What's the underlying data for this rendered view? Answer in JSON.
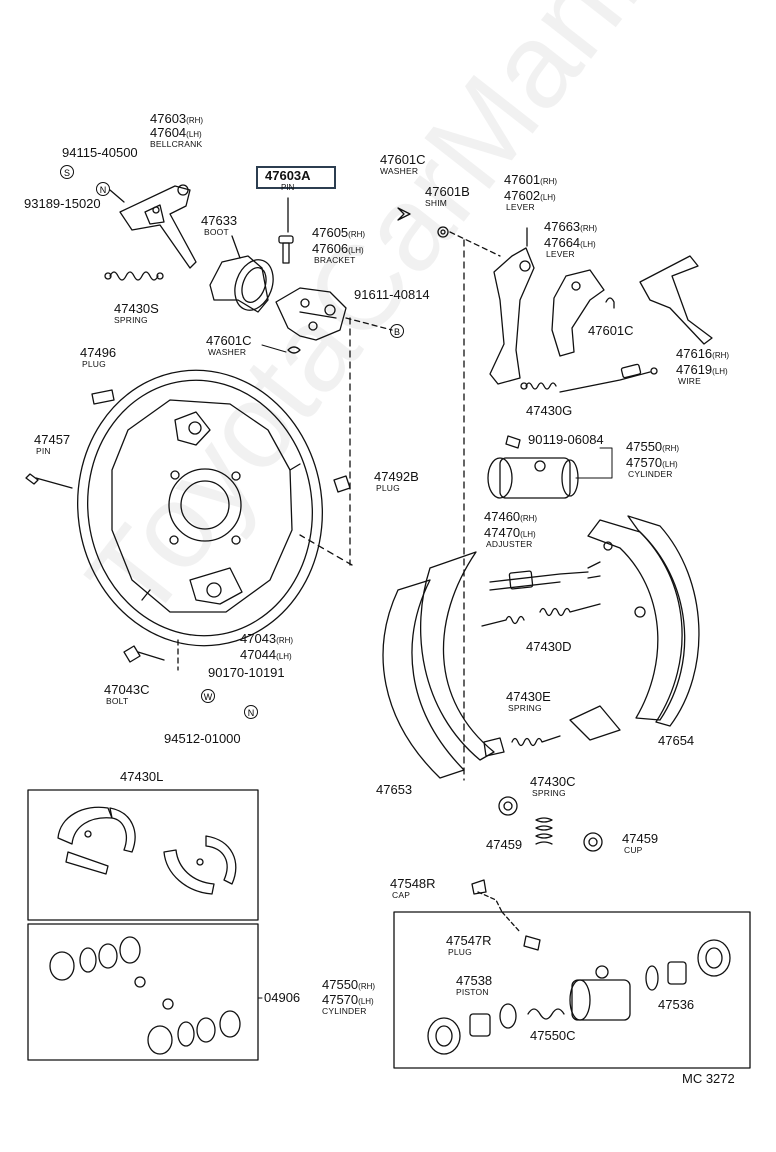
{
  "watermark": "ToyotaCarMan.ru",
  "diagram_code": "MC  3272",
  "highlighted_part": "47603A",
  "symbols": {
    "s": "S",
    "n": "N",
    "b": "B",
    "w": "W"
  },
  "parts": {
    "p47603": "47603",
    "p47603_rh": "(RH)",
    "p47604": "47604",
    "p47604_lh": "(LH)",
    "bellcrank": "BELLCRANK",
    "p94115": "94115-40500",
    "p93189": "93189-15020",
    "p47633": "47633",
    "boot": "BOOT",
    "p47603A": "47603A",
    "pin_top": "PIN",
    "p47430S": "47430S",
    "spring_s": "SPRING",
    "p47605": "47605",
    "p47605_rh": "(RH)",
    "p47606": "47606",
    "p47606_lh": "(LH)",
    "bracket": "BRACKET",
    "p91611": "91611-40814",
    "p47601C_top": "47601C",
    "washer_top": "WASHER",
    "p47601B": "47601B",
    "shim": "SHIM",
    "p47601": "47601",
    "p47601_rh": "(RH)",
    "p47602": "47602",
    "p47602_lh": "(LH)",
    "lever_a": "LEVER",
    "p47663": "47663",
    "p47663_rh": "(RH)",
    "p47664": "47664",
    "p47664_lh": "(LH)",
    "lever_b": "LEVER",
    "p47601C_right": "47601C",
    "p47601C_mid": "47601C",
    "washer_mid": "WASHER",
    "p47496": "47496",
    "plug_a": "PLUG",
    "p47616": "47616",
    "p47616_rh": "(RH)",
    "p47619": "47619",
    "p47619_lh": "(LH)",
    "wire": "WIRE",
    "p47430G": "47430G",
    "p90119": "90119-06084",
    "p47550_top": "47550",
    "p47550_top_rh": "(RH)",
    "p47570_top": "47570",
    "p47570_top_lh": "(LH)",
    "cylinder_top": "CYLINDER",
    "p47457": "47457",
    "pin_left": "PIN",
    "p47492B": "47492B",
    "plug_b": "PLUG",
    "p47460": "47460",
    "p47460_rh": "(RH)",
    "p47470": "47470",
    "p47470_lh": "(LH)",
    "adjuster": "ADJUSTER",
    "p47430D": "47430D",
    "p47043": "47043",
    "p47043_rh": "(RH)",
    "p47044": "47044",
    "p47044_lh": "(LH)",
    "p90170": "90170-10191",
    "p47043C": "47043C",
    "bolt": "BOLT",
    "p94512": "94512-01000",
    "p47430E": "47430E",
    "spring_e": "SPRING",
    "p47654": "47654",
    "p47653": "47653",
    "p47430C": "47430C",
    "spring_c": "SPRING",
    "p47459_a": "47459",
    "p47459_b": "47459",
    "cup": "CUP",
    "p47430L": "47430L",
    "p04906": "04906",
    "p47548R": "47548R",
    "cap": "CAP",
    "p47547R": "47547R",
    "plug_c": "PLUG",
    "p47538": "47538",
    "piston": "PISTON",
    "p47550_bot": "47550",
    "p47550_bot_rh": "(RH)",
    "p47570_bot": "47570",
    "p47570_bot_lh": "(LH)",
    "cylinder_bot": "CYLINDER",
    "p47536": "47536",
    "p47550C": "47550C"
  }
}
